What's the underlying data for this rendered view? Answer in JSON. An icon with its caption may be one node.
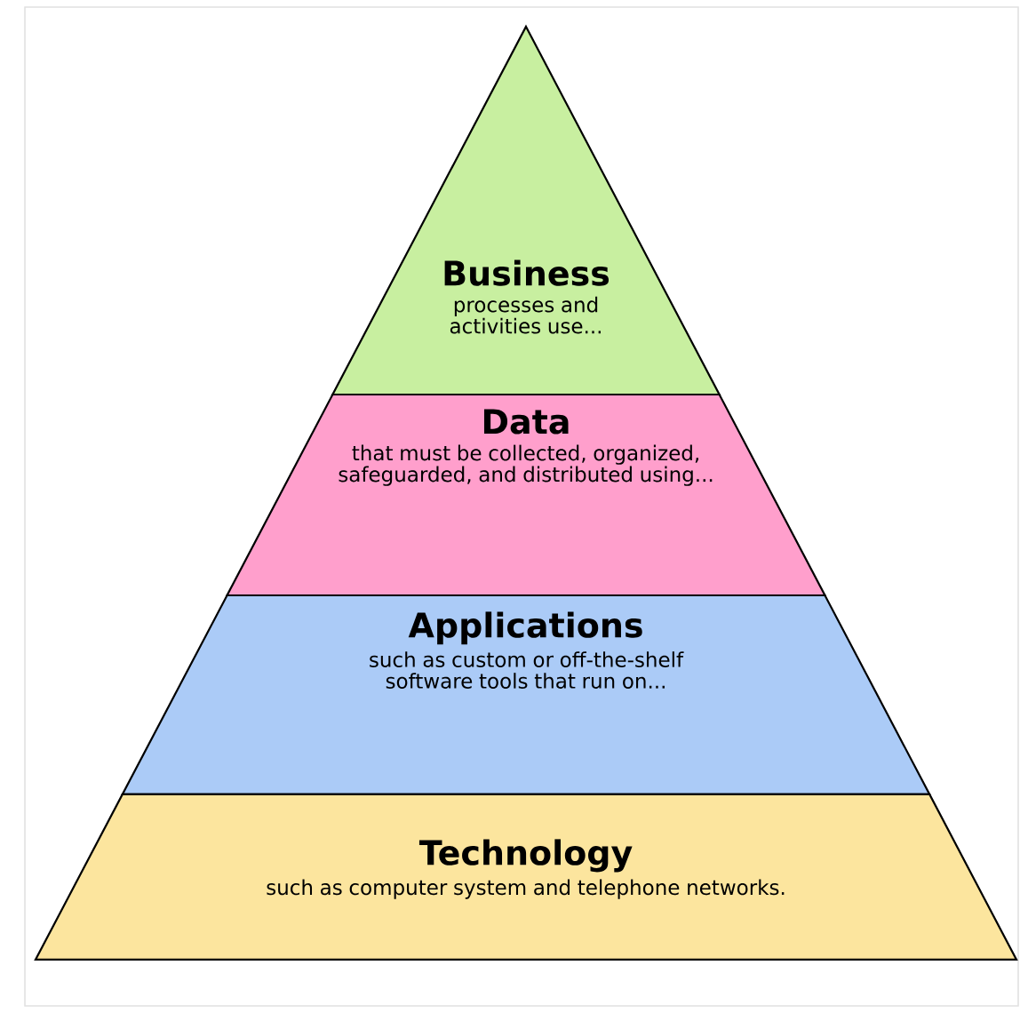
{
  "diagram": {
    "nodes": [
      {
        "text": [
          "Business",
          "processes and activities use..."
        ]
      },
      {
        "text": [
          "Data",
          "that must be collected, organized, safeguarded, and distributed using..."
        ]
      },
      {
        "text": [
          "Applications",
          "such as custom or off-the-shelf software tools that run on..."
        ]
      },
      {
        "text": [
          "Technology",
          "such as computer system and telephone networks."
        ]
      }
    ]
  }
}
